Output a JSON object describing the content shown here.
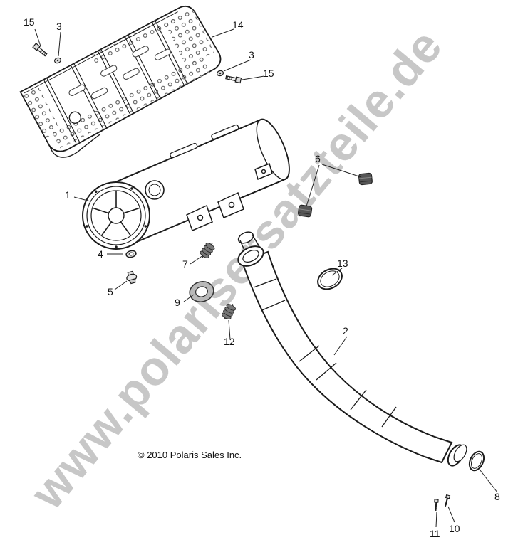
{
  "watermark": {
    "text": "www.polarisersatzteile.de"
  },
  "copyright": {
    "text": "© 2010 Polaris Sales Inc."
  },
  "colors": {
    "watermark": "#c7c7c7",
    "line": "#1b1b1b",
    "rubber_mount": "#555555",
    "gasket_fill": "#b9b9b9"
  },
  "callouts": [
    {
      "label": "15"
    },
    {
      "label": "3"
    },
    {
      "label": "14"
    },
    {
      "label": "3"
    },
    {
      "label": "15"
    },
    {
      "label": "6"
    },
    {
      "label": "1"
    },
    {
      "label": "4"
    },
    {
      "label": "7"
    },
    {
      "label": "13"
    },
    {
      "label": "5"
    },
    {
      "label": "9"
    },
    {
      "label": "2"
    },
    {
      "label": "12"
    },
    {
      "label": "8"
    },
    {
      "label": "10"
    },
    {
      "label": "11"
    }
  ]
}
